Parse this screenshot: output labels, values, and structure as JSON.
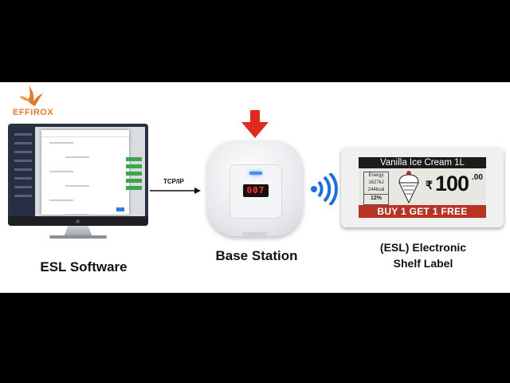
{
  "brand": {
    "name": "EFFIROX"
  },
  "colors": {
    "brand": "#e07a2c",
    "arrow_red": "#e02a1e",
    "wifi_blue": "#1f6fd6",
    "promo_red": "#b93325"
  },
  "labels": {
    "software": "ESL Software",
    "connection": "TCP/IP",
    "base_station": "Base Station",
    "esl_line1": "(ESL) Electronic",
    "esl_line2": "Shelf Label"
  },
  "base_station_display": "007",
  "esl_display": {
    "product": "Vanilla Ice Cream 1L",
    "info_lines": [
      "Energy",
      "1627kJ",
      "244kcal"
    ],
    "info_percent": "12%",
    "currency": "₹",
    "price": "100",
    "cents": ".00",
    "promo": "BUY 1 GET 1 FREE"
  }
}
